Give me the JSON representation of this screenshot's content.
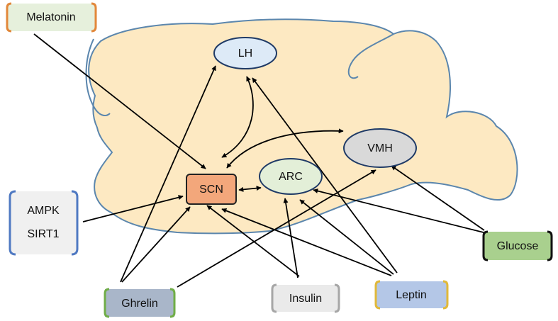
{
  "colors": {
    "brain_fill": "#fde9c2",
    "brain_stroke": "#5b86ad",
    "arrow": "#000000"
  },
  "regions": {
    "lh": {
      "label": "LH",
      "fill": "#ddeaf7",
      "stroke": "#1f3a66"
    },
    "vmh": {
      "label": "VMH",
      "fill": "#d9d9d9",
      "stroke": "#1f3a66"
    },
    "arc": {
      "label": "ARC",
      "fill": "#e3efd8",
      "stroke": "#1f3a66"
    },
    "scn": {
      "label": "SCN",
      "fill": "#f3a77b",
      "stroke": "#222222"
    }
  },
  "factors": {
    "melatonin": {
      "label": "Melatonin",
      "fill": "#e6f0dc",
      "bracket": "#e2873a"
    },
    "ampk": {
      "label": "AMPK",
      "fill": "#f0f0f0",
      "bracket": "#4f79c2"
    },
    "sirt1": {
      "label": "SIRT1"
    },
    "ghrelin": {
      "label": "Ghrelin",
      "fill": "#a9b6c9",
      "bracket": "#70ad47"
    },
    "insulin": {
      "label": "Insulin",
      "fill": "#eaeaea",
      "bracket": "#a6a6a6"
    },
    "leptin": {
      "label": "Leptin",
      "fill": "#b4c7e7",
      "bracket": "#e1b93a"
    },
    "glucose": {
      "label": "Glucose",
      "fill": "#a9d08e",
      "bracket": "#111111"
    }
  }
}
